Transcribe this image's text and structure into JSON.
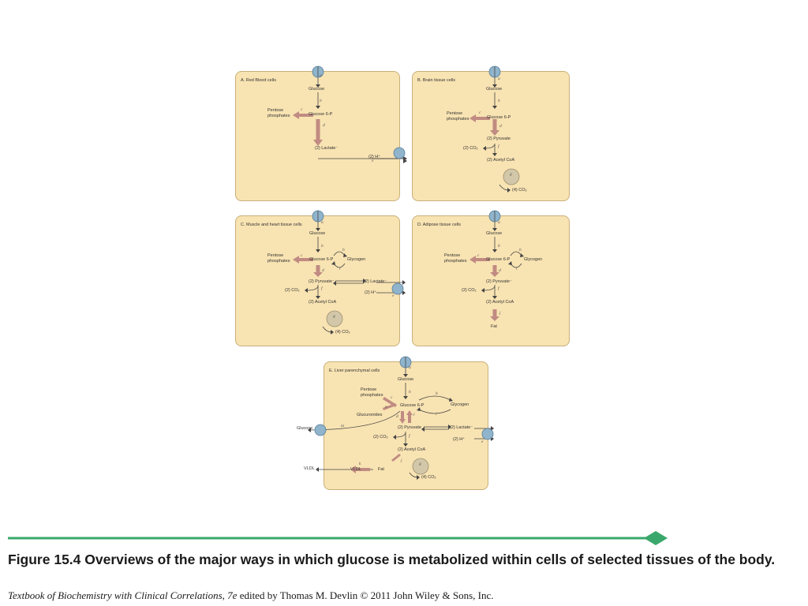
{
  "colors": {
    "panel": "#f8e3b2",
    "panel_border": "#c9b07a",
    "rule": "#3aa86b",
    "flux_arrow": "#c08b82",
    "transporter": "#8fb4cc",
    "tca": "#d2c7a8"
  },
  "panels": {
    "a": {
      "title": "A. Red Blood cells",
      "glucose": "Glucose",
      "pentose": "Pentose phosphates",
      "g6p": "Glucose 6-P",
      "lactate": "(2) Lactate⁻",
      "hplus": "(2) H⁺",
      "letters": {
        "a": "a",
        "b": "b",
        "c": "c",
        "d": "d",
        "e": "e"
      }
    },
    "b": {
      "title": "B. Brain tissue cells",
      "glucose": "Glucose",
      "pentose": "Pentose phosphates",
      "g6p": "Glucose 6-P",
      "pyruvate": "(2) Pyruvate",
      "co2": "(2) CO₂",
      "acetyl": "(2) Acetyl CoA",
      "co2_4": "(4) CO₂",
      "letters": {
        "a": "a",
        "b": "b",
        "c": "c",
        "d": "d",
        "f": "f",
        "g": "g"
      }
    },
    "c": {
      "title": "C. Muscle and heart tissue cells",
      "glucose": "Glucose",
      "pentose": "Pentose phosphates",
      "g6p": "Glucose 6-P",
      "glycogen": "Glycogen",
      "pyruvate": "(2) Pyruvate⁻",
      "lactate": "(2) Lactate⁻",
      "co2": "(2) CO₂",
      "hplus": "(2) H⁺",
      "acetyl": "(2) Acetyl CoA",
      "co2_4": "(4) CO₂",
      "letters": {
        "a": "a",
        "b": "b",
        "c": "c",
        "d": "d",
        "e": "e",
        "f": "f",
        "g": "g",
        "h": "h",
        "i": "i"
      }
    },
    "d": {
      "title": "D. Adipose tissue cells",
      "glucose": "Glucose",
      "pentose": "Pentose phosphates",
      "g6p": "Glucose 6-P",
      "glycogen": "Glycogen",
      "pyruvate": "(2) Pyruvate⁻",
      "co2": "(2) CO₂",
      "acetyl": "(2) Acetyl CoA",
      "fat": "Fat",
      "letters": {
        "a": "a",
        "b": "b",
        "c": "c",
        "d": "d",
        "f": "f",
        "h": "h",
        "i": "i",
        "j": "j"
      }
    },
    "e": {
      "title": "E. Liver parenchymal cells",
      "glucose": "Glucose",
      "pentose": "Pentose phosphates",
      "g6p": "Glucose 6-P",
      "glycogen": "Glycogen",
      "glucuronides": "Glucuronides",
      "glucose_out": "Glucose",
      "pyruvate": "(2) Pyruvate",
      "lactate": "(2) Lactate⁻",
      "co2": "(2) CO₂",
      "hplus": "(2) H⁺",
      "acetyl": "(2) Acetyl CoA",
      "vldl_out": "VLDL",
      "vldl": "VLDL",
      "fat": "Fat",
      "co2_4": "(4) CO₂",
      "letters": {
        "a": "a",
        "b": "b",
        "c": "c",
        "d": "d",
        "e": "e",
        "f": "f",
        "g": "g",
        "h": "h",
        "i": "i",
        "j": "j",
        "k": "k",
        "l": "l",
        "m": "m",
        "n": "n"
      }
    }
  },
  "caption": "Figure 15.4  Overviews of the major ways in which glucose is metabolized within cells of selected tissues of the body.",
  "credit": {
    "book": "Textbook of Biochemistry with Clinical Correlations, 7e",
    "rest": " edited by Thomas M. Devlin © 2011 John Wiley & Sons, Inc."
  }
}
